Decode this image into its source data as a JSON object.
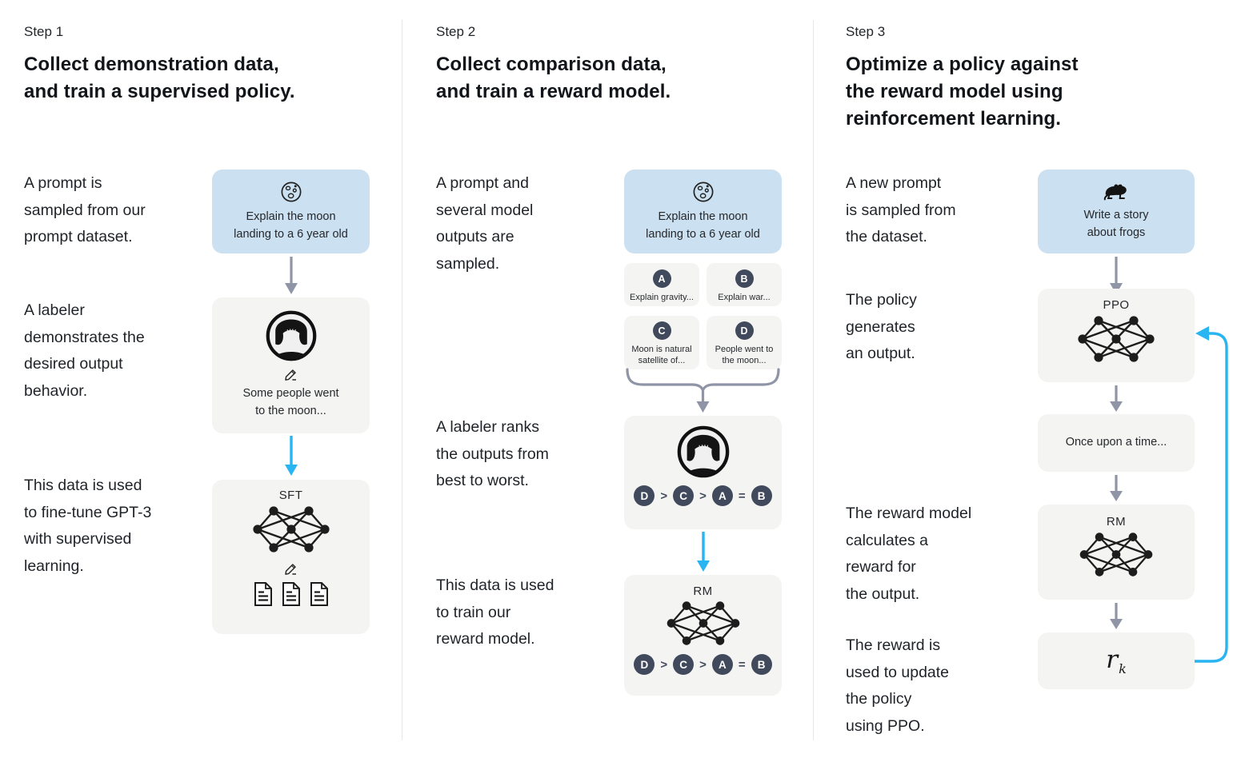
{
  "figure_title": "RLHF training pipeline (3 steps)",
  "colors": {
    "accent_blue": "#29b4f2",
    "prompt_box_bg": "#cbe0f0",
    "panel_bg": "#f4f4f3",
    "arrow_gray": "#8f95a6",
    "badge_dark": "#414a5c",
    "heading_text": "#111418",
    "body_text": "#1f2328",
    "divider": "#e7e7e7"
  },
  "icons": {
    "step1_prompt": "moon-icon",
    "step2_prompt": "moon-icon",
    "step3_prompt": "frog-icon",
    "labeler": "person-avatar-icon",
    "edit": "pencil-icon",
    "model": "neural-network-icon",
    "data": "documents-icon"
  },
  "columns": [
    {
      "step": "Step 1",
      "heading": "Collect demonstration data,\nand train a supervised policy.",
      "captions": [
        "A prompt is\nsampled from our\nprompt dataset.",
        "A labeler\ndemonstrates the\ndesired output\nbehavior.",
        "This data is used\nto fine-tune GPT-3\nwith supervised\nlearning."
      ],
      "prompt_box": {
        "text": "Explain the moon\nlanding to a 6 year old"
      },
      "demo_box": {
        "text": "Some people went\nto the moon..."
      },
      "model_box": {
        "label": "SFT"
      }
    },
    {
      "step": "Step 2",
      "heading": "Collect comparison data,\nand train a reward model.",
      "captions": [
        "A prompt and\nseveral model\noutputs are\nsampled.",
        "A labeler ranks\nthe outputs from\nbest to worst.",
        "This data is used\nto train our\nreward model."
      ],
      "prompt_box": {
        "text": "Explain the moon\nlanding to a 6 year old"
      },
      "answers": [
        {
          "letter": "A",
          "text": "Explain gravity..."
        },
        {
          "letter": "B",
          "text": "Explain war..."
        },
        {
          "letter": "C",
          "text": "Moon is natural\nsatellite of..."
        },
        {
          "letter": "D",
          "text": "People went to\nthe moon..."
        }
      ],
      "rank_tokens": [
        "D",
        ">",
        "C",
        ">",
        "A",
        "=",
        "B"
      ],
      "model_box": {
        "label": "RM"
      }
    },
    {
      "step": "Step 3",
      "heading": "Optimize a policy against\nthe reward model using\nreinforcement learning.",
      "captions": [
        "A new prompt\nis sampled from\nthe dataset.",
        "The policy\ngenerates\nan output.",
        "The reward model\ncalculates a\nreward for\nthe output.",
        "The reward is\nused to update\nthe policy\nusing PPO."
      ],
      "prompt_box": {
        "text": "Write a story\nabout frogs"
      },
      "policy_box": {
        "label": "PPO"
      },
      "output_box": {
        "text": "Once upon a time..."
      },
      "reward_box": {
        "label": "RM"
      },
      "reward_value": {
        "main": "r",
        "sub": "k"
      }
    }
  ]
}
